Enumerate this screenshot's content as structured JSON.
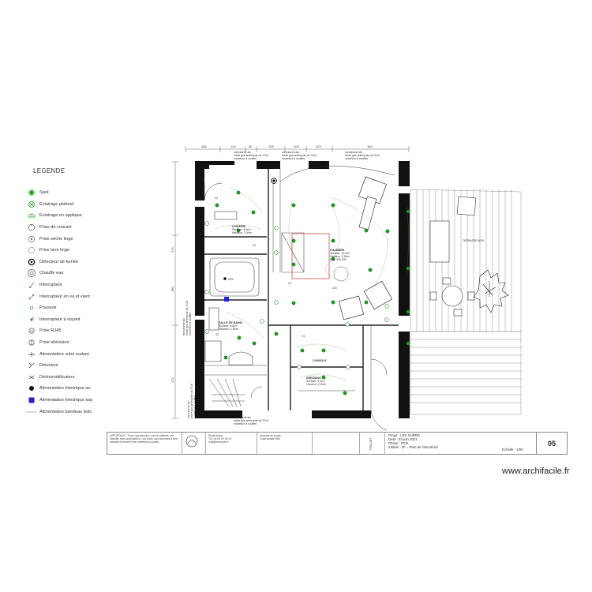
{
  "legend": {
    "title": "LEGENDE",
    "items": [
      {
        "label": "Spot",
        "icon": "spot-icon"
      },
      {
        "label": "Eclairage plafond",
        "icon": "ceiling-light-icon"
      },
      {
        "label": "Eclairage en applique",
        "icon": "wall-light-icon"
      },
      {
        "label": "Prise de courant",
        "icon": "socket-icon"
      },
      {
        "label": "Prise sèche linge",
        "icon": "dryer-socket-icon"
      },
      {
        "label": "Prise lave linge",
        "icon": "washer-socket-icon"
      },
      {
        "label": "Détecteur de fumée",
        "icon": "smoke-detector-icon"
      },
      {
        "label": "Chauffe eau",
        "icon": "water-heater-icon"
      },
      {
        "label": "Interrupteur",
        "icon": "switch-icon"
      },
      {
        "label": "Interrupteur en va et vient",
        "icon": "two-way-switch-icon"
      },
      {
        "label": "Poussoir",
        "icon": "push-button-icon"
      },
      {
        "label": "Interrupteur à voyant",
        "icon": "indicator-switch-icon"
      },
      {
        "label": "Prise RJ45",
        "icon": "rj45-icon"
      },
      {
        "label": "Prise télévision",
        "icon": "tv-socket-icon"
      },
      {
        "label": "Alimentation volet roulant",
        "icon": "shutter-power-icon"
      },
      {
        "label": "Détecteur",
        "icon": "detector-icon"
      },
      {
        "label": "Déshumidificateur",
        "icon": "dehumidifier-icon"
      },
      {
        "label": "Alimentation électrique wc",
        "icon": "wc-power-icon"
      },
      {
        "label": "Alimentation électrique spa",
        "icon": "spa-power-icon"
      },
      {
        "label": "Alimentation bandeau leds",
        "icon": "led-strip-icon"
      }
    ]
  },
  "dimensions": {
    "top": [
      "164",
      "122",
      "50",
      "139",
      "100",
      "123",
      "164"
    ],
    "left": [
      "175",
      "190",
      "172"
    ]
  },
  "rooms": {
    "bedroom": {
      "name": "CHAMBRE",
      "lines": [
        "Surface: 19.9m²",
        "Hauteur: 2.50m",
        "Mur: 000 000"
      ]
    },
    "laundry": {
      "name": "LINGERIE",
      "lines": [
        "Surface: 4.5m²",
        "Hauteur: 2.50m"
      ]
    },
    "bathroom": {
      "name": "SALLE DE BAINS",
      "lines": [
        "Surface: 6.8m²",
        "Hauteur: 2.50m"
      ]
    },
    "dressing": {
      "name": "DRESSING",
      "lines": [
        "Surface: 5.1m²",
        "Hauteur: 2.50m"
      ]
    },
    "desk": {
      "name": "CONSOLE",
      "lines": []
    },
    "terrace": {
      "name": "TERRASSE BOIS"
    },
    "spa": {
      "name": "SPA"
    }
  },
  "tags": [
    "X2",
    "X2",
    "X2",
    "X3",
    "X2",
    "X1",
    "220"
  ],
  "notes": {
    "window_left": [
      "menuiserie alu",
      "teinte gris anthracite ral 7016",
      "ouverture à soufflet"
    ],
    "window_mid": [
      "menuiserie alu",
      "teinte gris anthracite ral 7016",
      "ouverture à soufflet"
    ],
    "window_right": [
      "menuiserie alu",
      "teinte gris anthracite ral 7016",
      "ouverture à soufflet"
    ],
    "window_bottom": [
      "menuiserie alu",
      "teinte gris anthracite ral 7016",
      "ouverture à soufflet"
    ],
    "side_left": [
      "menuiserie alu",
      "teinte gris anthracite ral 7016",
      "ouverture à soufflet"
    ],
    "side_left2": [
      "menuiserie alu",
      "teinte gris anthracite ral 7016",
      "ouverture à soufflet"
    ]
  },
  "title_block": {
    "disclaimer": "IMPORTANT : Toute reproduction, même partielle, est interdite sans autorisation. Les cotes sont données à titre indicatif et doivent être vérifiées sur place.",
    "office": [
      "Etude client",
      "Tél: 00 00 00 00 00",
      "mail@exemple.fr"
    ],
    "address": [
      "Adresse du projet",
      "Code postal Ville"
    ],
    "phase_label": "PROJET",
    "project": "Projet : LES SURRE",
    "date": "Date : 03 juin 2021",
    "phase": "Phase : DCE",
    "intitule": "Intitulé : 2F – Plan de l'électricité",
    "scale": "Echelle : 1/50",
    "sheet": "05"
  },
  "watermark": "www.archifacile.fr",
  "colors": {
    "wall": "#111111",
    "symbol": "#1a9a1a",
    "accent": "#2222cc",
    "dim": "#555555"
  }
}
